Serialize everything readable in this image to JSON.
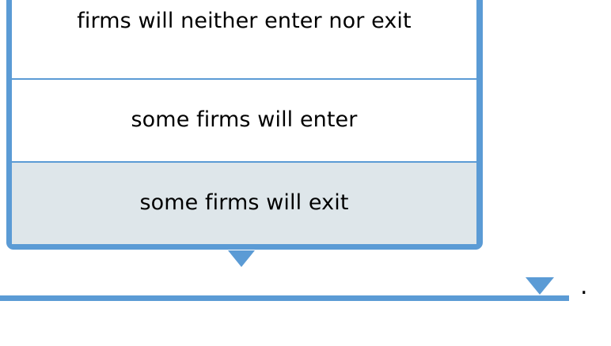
{
  "dropdown": {
    "name": "firm-entry-exit-options",
    "state": "open",
    "border_color": "#5b9bd5",
    "item_background": "#ffffff",
    "selected_background": "#dee6ea",
    "text_color": "#000000",
    "options": [
      {
        "label": "firms will neither enter nor exit",
        "selected": false
      },
      {
        "label": "some firms will enter",
        "selected": false
      },
      {
        "label": "some firms will exit",
        "selected": true
      }
    ],
    "scroll_down_arrow": "chevron-down-icon"
  },
  "page": {
    "secondary_arrow": "chevron-down-icon",
    "accent_color": "#5b9bd5",
    "trailing_text": "."
  }
}
